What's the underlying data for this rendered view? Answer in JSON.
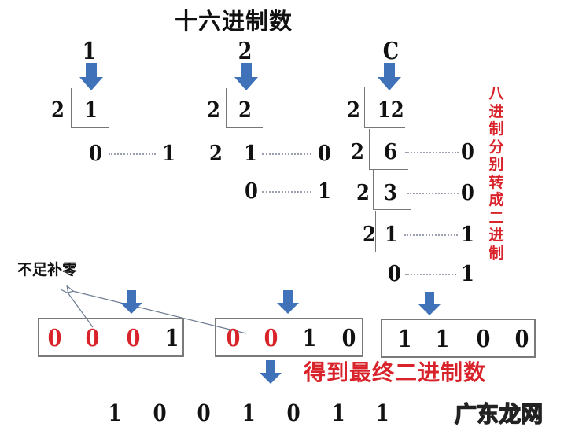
{
  "title": "十六进制数",
  "hex_digits": [
    {
      "symbol": "1",
      "decimal": "1"
    },
    {
      "symbol": "2",
      "decimal": "2"
    },
    {
      "symbol": "C",
      "decimal": "12"
    }
  ],
  "divisor": "2",
  "divisions": {
    "col1": {
      "steps": [
        {
          "dividend": "1"
        }
      ],
      "remainders": [
        {
          "quotient": "0",
          "remainder": "1"
        }
      ]
    },
    "col2": {
      "steps": [
        {
          "dividend": "2"
        },
        {
          "dividend": "1"
        }
      ],
      "remainders": [
        {
          "quotient": "1",
          "remainder": "0"
        },
        {
          "quotient": "0",
          "remainder": "1"
        }
      ]
    },
    "col3": {
      "steps": [
        {
          "dividend": "12"
        },
        {
          "dividend": "6"
        },
        {
          "dividend": "3"
        },
        {
          "dividend": "1"
        }
      ],
      "remainders": [
        {
          "quotient": "6",
          "remainder": "0"
        },
        {
          "quotient": "3",
          "remainder": "0"
        },
        {
          "quotient": "1",
          "remainder": "1"
        },
        {
          "quotient": "0",
          "remainder": "1"
        }
      ]
    }
  },
  "side_note": "八进制分别转成二进制",
  "side_note_chars": [
    "八",
    "进",
    "制",
    "分",
    "别",
    "转",
    "成",
    "二",
    "进",
    "制"
  ],
  "pad_note": "不足补零",
  "binary_groups": [
    {
      "bits": [
        "0",
        "0",
        "0",
        "1"
      ],
      "padded": [
        true,
        true,
        true,
        false
      ]
    },
    {
      "bits": [
        "0",
        "0",
        "1",
        "0"
      ],
      "padded": [
        true,
        true,
        false,
        false
      ]
    },
    {
      "bits": [
        "1",
        "1",
        "0",
        "0"
      ],
      "padded": [
        false,
        false,
        false,
        false
      ]
    }
  ],
  "final_label": "得到最终二进制数",
  "final_result_visible": [
    "1",
    "0",
    "0",
    "1",
    "0",
    "1",
    "1"
  ],
  "watermark": "广东龙网",
  "colors": {
    "arrow": "#3f72b8",
    "highlight": "#d9232a",
    "text": "#111111",
    "line": "#777777"
  }
}
